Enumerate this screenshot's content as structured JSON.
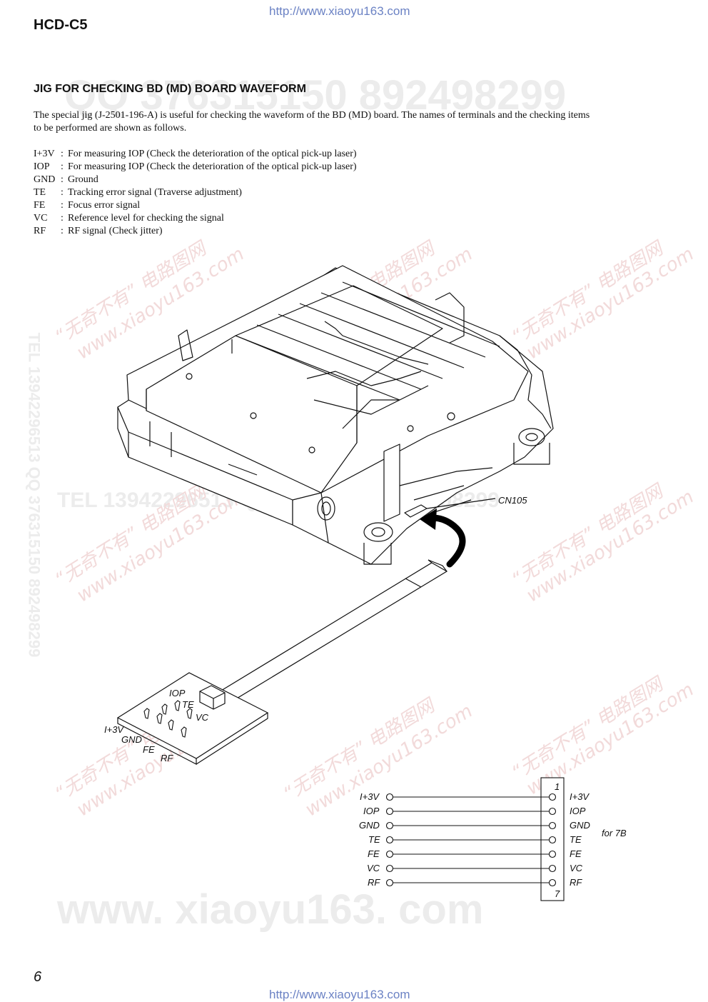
{
  "header": {
    "url_top": "http://www.xiaoyu163.com",
    "model": "HCD-C5"
  },
  "section": {
    "title": "JIG FOR CHECKING BD (MD) BOARD WAVEFORM",
    "intro_line1": "The special jig (J-2501-196-A) is useful for checking the waveform of the BD (MD) board. The names of terminals and the checking items",
    "intro_line2": "to be performed are shown as follows."
  },
  "terms": [
    {
      "code": "I+3V",
      "sep": ":",
      "desc": "For measuring IOP (Check the deterioration of the optical pick-up laser)"
    },
    {
      "code": "IOP",
      "sep": ":",
      "desc": "For measuring IOP (Check the deterioration of the optical pick-up laser)"
    },
    {
      "code": "GND",
      "sep": ":",
      "desc": "Ground"
    },
    {
      "code": "TE",
      "sep": ":",
      "desc": "Tracking error signal (Traverse adjustment)"
    },
    {
      "code": "FE",
      "sep": ":",
      "desc": "Focus error signal"
    },
    {
      "code": "VC",
      "sep": ":",
      "desc": "Reference level for checking the signal"
    },
    {
      "code": "RF",
      "sep": ":",
      "desc": "RF signal (Check jitter)"
    }
  ],
  "figure": {
    "connector_label": "CN105",
    "jig_labels": {
      "iop": "IOP",
      "te": "TE",
      "vc": "VC",
      "i3v": "I+3V",
      "gnd": "GND",
      "fe": "FE",
      "rf": "RF"
    }
  },
  "schematic": {
    "left_labels": [
      "I+3V",
      "IOP",
      "GND",
      "TE",
      "FE",
      "VC",
      "RF"
    ],
    "right_labels": [
      "I+3V",
      "IOP",
      "GND",
      "TE",
      "FE",
      "VC",
      "RF"
    ],
    "pin_first": "1",
    "pin_last": "7",
    "note": "for 7B"
  },
  "watermarks": {
    "big_top": "QQ 376315150   892498299",
    "mid": "TEL 13942296513   QQ 376315150   892498299",
    "bottom": "www. xiaoyu163. com",
    "side": "TEL 13942296513  QQ 376315150  892498299",
    "diag_a": "“无奇不有” 电路图网",
    "diag_b": "www.xiaoyu163.com"
  },
  "footer": {
    "page_number": "6",
    "url_bottom": "http://www.xiaoyu163.com"
  }
}
